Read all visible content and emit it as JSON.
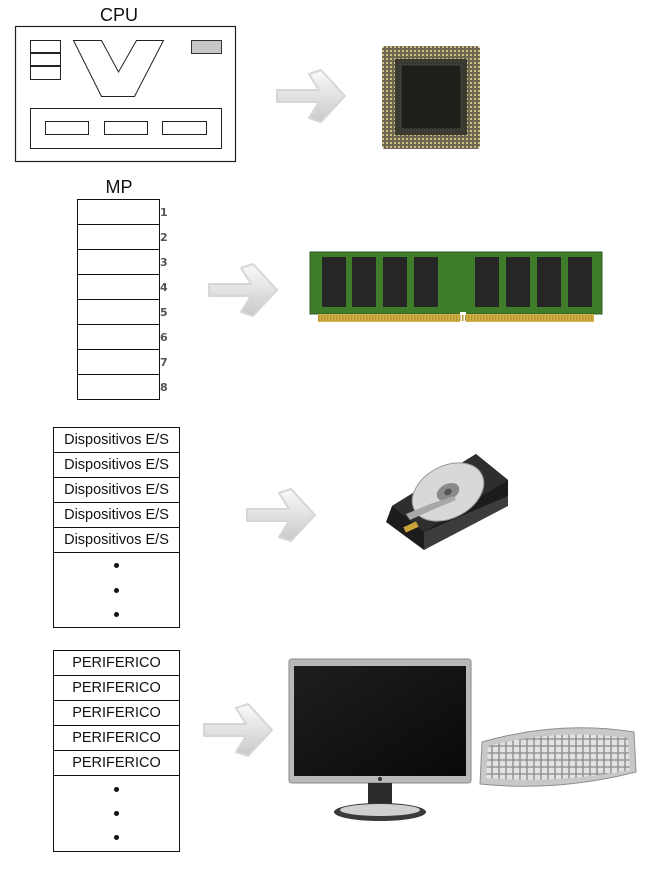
{
  "cpu": {
    "title": "CPU"
  },
  "mp": {
    "title": "MP",
    "addresses": [
      "1",
      "2",
      "3",
      "4",
      "5",
      "6",
      "7",
      "8"
    ]
  },
  "io": {
    "items": [
      "Dispositivos E/S",
      "Dispositivos E/S",
      "Dispositivos E/S",
      "Dispositivos E/S",
      "Dispositivos E/S"
    ]
  },
  "peripherals": {
    "items": [
      "PERIFERICO",
      "PERIFERICO",
      "PERIFERICO",
      "PERIFERICO",
      "PERIFERICO"
    ]
  },
  "icons": {
    "cpu_photo": "cpu-chip-icon",
    "ram_photo": "ram-module-icon",
    "hdd_photo": "hard-disk-icon",
    "monitor_photo": "monitor-icon",
    "keyboard_photo": "keyboard-icon",
    "arrow": "arrow-right-icon"
  },
  "colors": {
    "ram_green": "#3f7d2a",
    "chip_dark": "#2a2a22",
    "chip_gold": "#b8a35a",
    "arrow_gray": "#c8c8c8"
  }
}
